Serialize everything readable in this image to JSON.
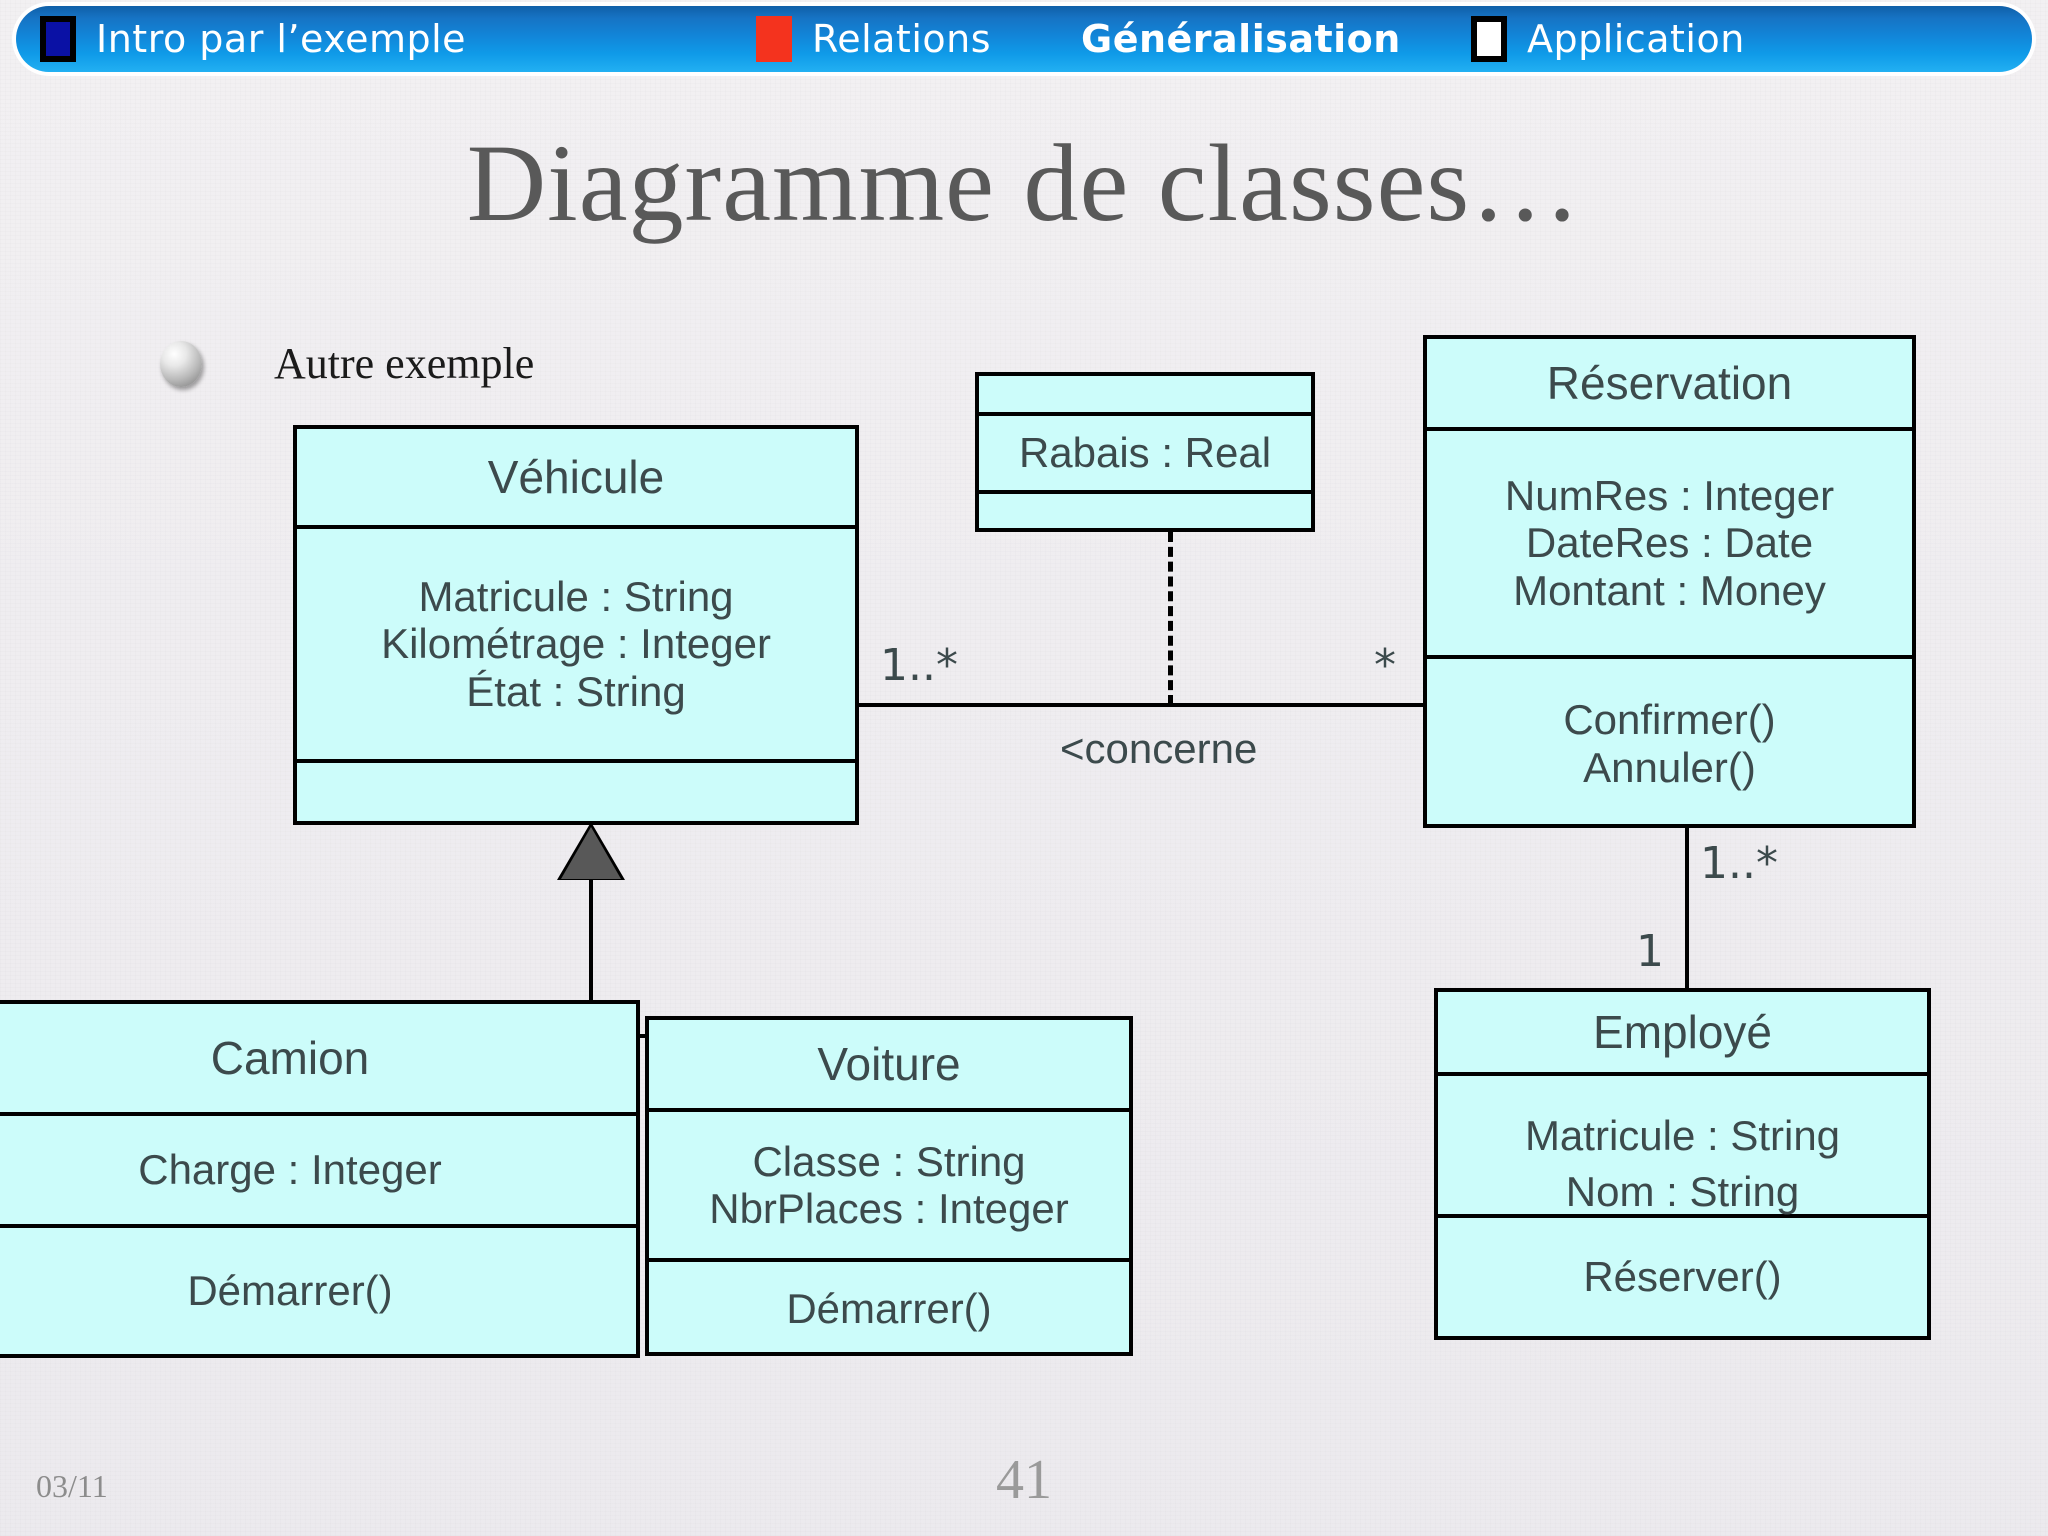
{
  "header": {
    "items": [
      {
        "label": "Intro par l’exemple",
        "swatch": "blue",
        "swatch_color": "#0a11a5",
        "bold": false
      },
      {
        "label": "Relations",
        "swatch": "red",
        "swatch_color": "#f4331e",
        "bold": false
      },
      {
        "label": "Généralisation",
        "swatch": "none",
        "swatch_color": "",
        "bold": true
      },
      {
        "label": "Application",
        "swatch": "white",
        "swatch_color": "#ffffff",
        "bold": false
      }
    ],
    "bar_color_top": "#0f5fa8",
    "bar_color_bottom": "#22b0f2"
  },
  "title": "Diagramme de classes…",
  "bullet": {
    "icon": "sphere-bullet-icon",
    "text": "Autre exemple"
  },
  "diagram": {
    "type": "uml-class-diagram",
    "fill_color": "#ccfcfa",
    "stroke_color": "#000000",
    "classes": [
      {
        "id": "vehicule",
        "name": "Véhicule",
        "attributes": [
          "Matricule : String",
          "Kilométrage : Integer",
          "État : String"
        ],
        "operations": []
      },
      {
        "id": "rabais",
        "name": "",
        "attributes": [
          "Rabais : Real"
        ],
        "operations": []
      },
      {
        "id": "reservation",
        "name": "Réservation",
        "attributes": [
          "NumRes : Integer",
          "DateRes : Date",
          "Montant : Money"
        ],
        "operations": [
          "Confirmer()",
          "Annuler()"
        ]
      },
      {
        "id": "camion",
        "name": "Camion",
        "attributes": [
          "Charge : Integer"
        ],
        "operations": [
          "Démarrer()"
        ]
      },
      {
        "id": "voiture",
        "name": "Voiture",
        "attributes": [
          "Classe : String",
          "NbrPlaces : Integer"
        ],
        "operations": [
          "Démarrer()"
        ]
      },
      {
        "id": "employe",
        "name": "Employé",
        "attributes": [
          "Matricule : String",
          "Nom : String"
        ],
        "operations": [
          "Réserver()"
        ]
      }
    ],
    "relations": [
      {
        "id": "concerne",
        "kind": "association",
        "from": "vehicule",
        "to": "reservation",
        "label": "<concerne",
        "from_multiplicity": "1..*",
        "to_multiplicity": "*",
        "association_class": "rabais"
      },
      {
        "id": "reserve",
        "kind": "association",
        "from": "reservation",
        "to": "employe",
        "label": "",
        "from_multiplicity": "1..*",
        "to_multiplicity": "1"
      },
      {
        "id": "gen-camion",
        "kind": "generalization",
        "from": "camion",
        "to": "vehicule"
      },
      {
        "id": "gen-voiture",
        "kind": "generalization",
        "from": "voiture",
        "to": "vehicule"
      }
    ]
  },
  "footer": {
    "date": "03/11",
    "page": "41"
  }
}
